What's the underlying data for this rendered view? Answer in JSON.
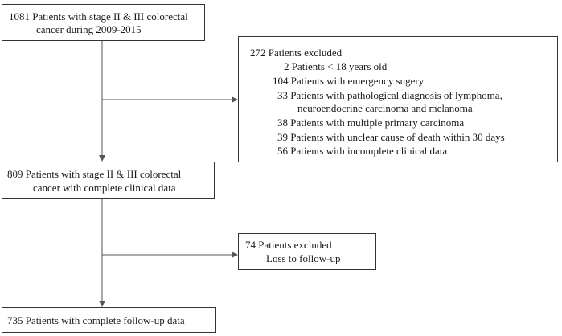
{
  "box1": {
    "line1": "1081 Patients with stage II & III colorectal",
    "line2": "cancer during 2009-2015"
  },
  "exclusion1": {
    "title": "272 Patients excluded",
    "items": [
      "2 Patients < 18 years old",
      "104 Patients with emergency sugery",
      "33 Patients with pathological diagnosis of lymphoma,",
      "neuroendocrine carcinoma and melanoma",
      "38 Patients with multiple primary carcinoma",
      "39 Patients with unclear cause of death within 30 days",
      "56 Patients with incomplete clinical data"
    ]
  },
  "box2": {
    "line1": "809 Patients with stage II & III colorectal",
    "line2": "cancer with complete clinical data"
  },
  "exclusion2": {
    "title": "74 Patients excluded",
    "reason": "Loss to follow-up"
  },
  "box3": {
    "line1": "735 Patients with complete follow-up data"
  }
}
